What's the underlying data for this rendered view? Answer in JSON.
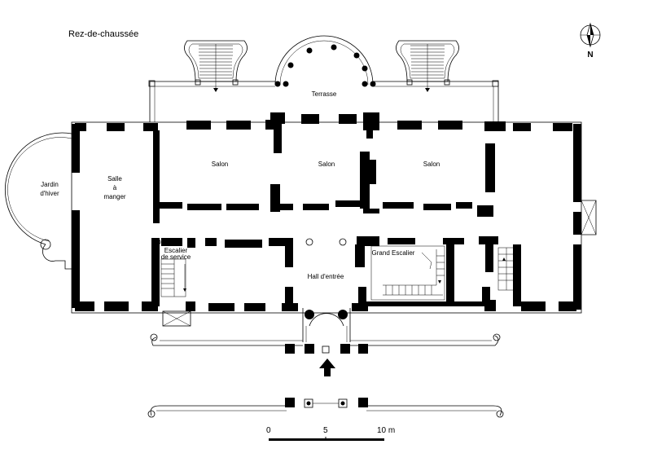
{
  "title": "Rez-de-chaussée",
  "north": "N",
  "rooms": {
    "terrasse": "Terrasse",
    "salon_1": "Salon",
    "salon_2": "Salon",
    "salon_3": "Salon",
    "jardin_1": "Jardin",
    "jardin_2": "d'hiver",
    "salle_1": "Salle",
    "salle_2": "à",
    "salle_3": "manger",
    "escalier_1": "Escalier",
    "escalier_2": "de service",
    "hall": "Hall d'entrée",
    "grand_escalier": "Grand Escalier"
  },
  "scale": {
    "tick_0": "0",
    "tick_5": "5",
    "tick_10": "10 m"
  }
}
